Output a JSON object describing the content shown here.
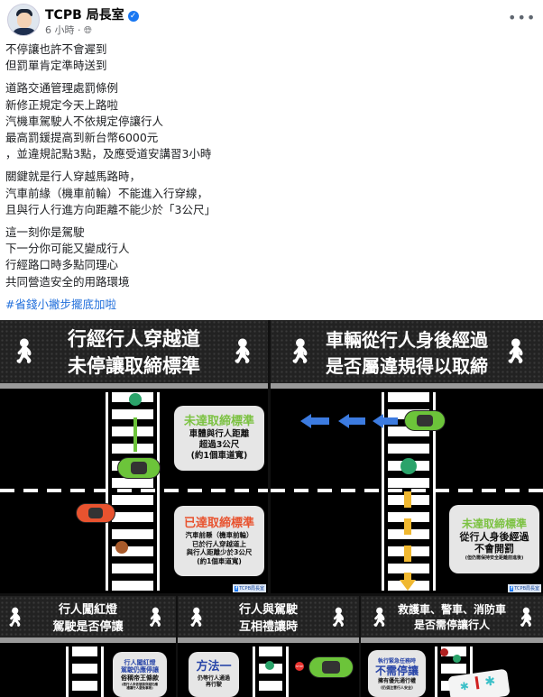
{
  "post": {
    "author": "TCPB 局長室",
    "verified": true,
    "time": "6 小時",
    "privacy_icon": "globe-icon",
    "more_icon": "more-horizontal-icon",
    "paragraphs": [
      [
        "不停讓也許不會遲到",
        "但罰單肯定準時送到"
      ],
      [
        "道路交通管理處罰條例",
        "新修正規定今天上路啦",
        "汽機車駕駛人不依規定停讓行人",
        "最高罰鍰提高到新台幣6000元",
        "，並違規記點3點，及應受道安講習3小時"
      ],
      [
        "關鍵就是行人穿越馬路時，",
        "汽車前緣（機車前輪）不能進入行穿線，",
        "且與行人行進方向距離不能少於「3公尺」"
      ],
      [
        "這一刻你是駕駛",
        "下一分你可能又變成行人",
        "行經路口時多點同理心",
        "共同營造安全的用路環境"
      ]
    ],
    "hashtag": "#省錢小撇步擺底加啦"
  },
  "image": {
    "credit": "TCPB局長室",
    "panel1": {
      "title1": "行經行人穿越道",
      "title2": "未停讓取締標準",
      "box1": {
        "heading": "未達取締標準",
        "lines": [
          "車體與行人距離",
          "超過3公尺",
          "(約1個車道寬)"
        ]
      },
      "box2": {
        "heading": "已達取締標準",
        "lines": [
          "汽車前懸（機車前輪）",
          "已於行人穿越道上",
          "與行人距離少於3公尺",
          "(約1個車道寬)"
        ]
      }
    },
    "panel2": {
      "title1": "車輛從行人身後經過",
      "title2": "是否屬違規得以取締",
      "box": {
        "heading": "未達取締標準",
        "lines": [
          "從行人身後經過",
          "不會開罰",
          "(但仍需保持安全距離前進後)"
        ]
      }
    },
    "panel3": {
      "title1": "行人闖紅燈",
      "title2": "駕駛是否停讓",
      "box": {
        "lines": [
          "行人闖紅燈",
          "駕駛仍應停讓",
          "俗稱帝王條款",
          "(若行人未依號誌穿越仍應",
          "禮讓行人避免事故)"
        ]
      }
    },
    "panel4": {
      "title1": "行人與駕駛",
      "title2": "互相禮讓時",
      "box": {
        "heading": "方法一",
        "lines": [
          "仍等行人通過",
          "再行駛"
        ]
      },
      "stop_sign": "STOP"
    },
    "panel5": {
      "title1": "救護車、警車、消防車",
      "title2": "是否需停讓行人",
      "box": {
        "lines": [
          "執行緊急任務時",
          "不需停讓",
          "擁有優先通行權",
          "(仍須注意行人安全)"
        ]
      }
    },
    "colors": {
      "green": "#7cc242",
      "red": "#e8532f",
      "blue": "#2845a8",
      "yellow": "#f0b830",
      "arrow_blue": "#3c7be0",
      "car_green": "#6cc43a"
    }
  }
}
